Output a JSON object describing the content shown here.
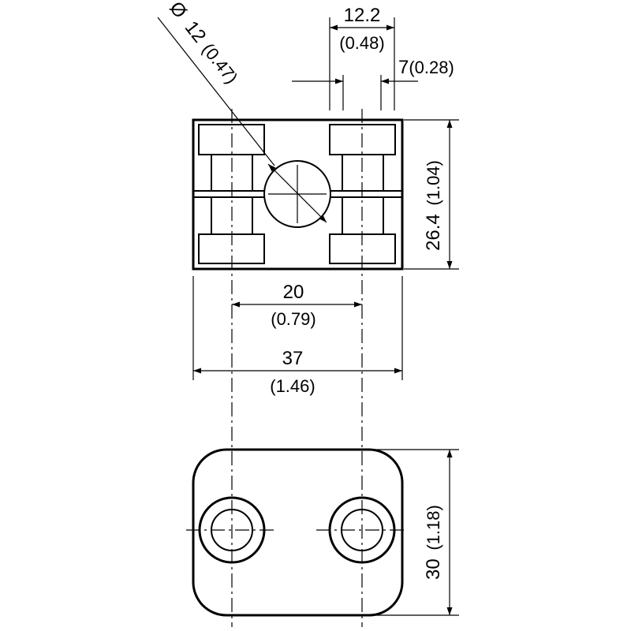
{
  "dimensions": {
    "diameter": {
      "symbol": "Ø",
      "value": "12",
      "inch": "(0.47)"
    },
    "top_width": {
      "value": "12.2",
      "inch": "(0.48)"
    },
    "slot_width": {
      "value": "7",
      "inch": "(0.28)"
    },
    "height": {
      "value": "26.4",
      "inch": "(1.04)"
    },
    "hole_spacing": {
      "value": "20",
      "inch": "(0.79)"
    },
    "overall_width": {
      "value": "37",
      "inch": "(1.46)"
    },
    "bottom_height": {
      "value": "30",
      "inch": "(1.18)"
    }
  }
}
